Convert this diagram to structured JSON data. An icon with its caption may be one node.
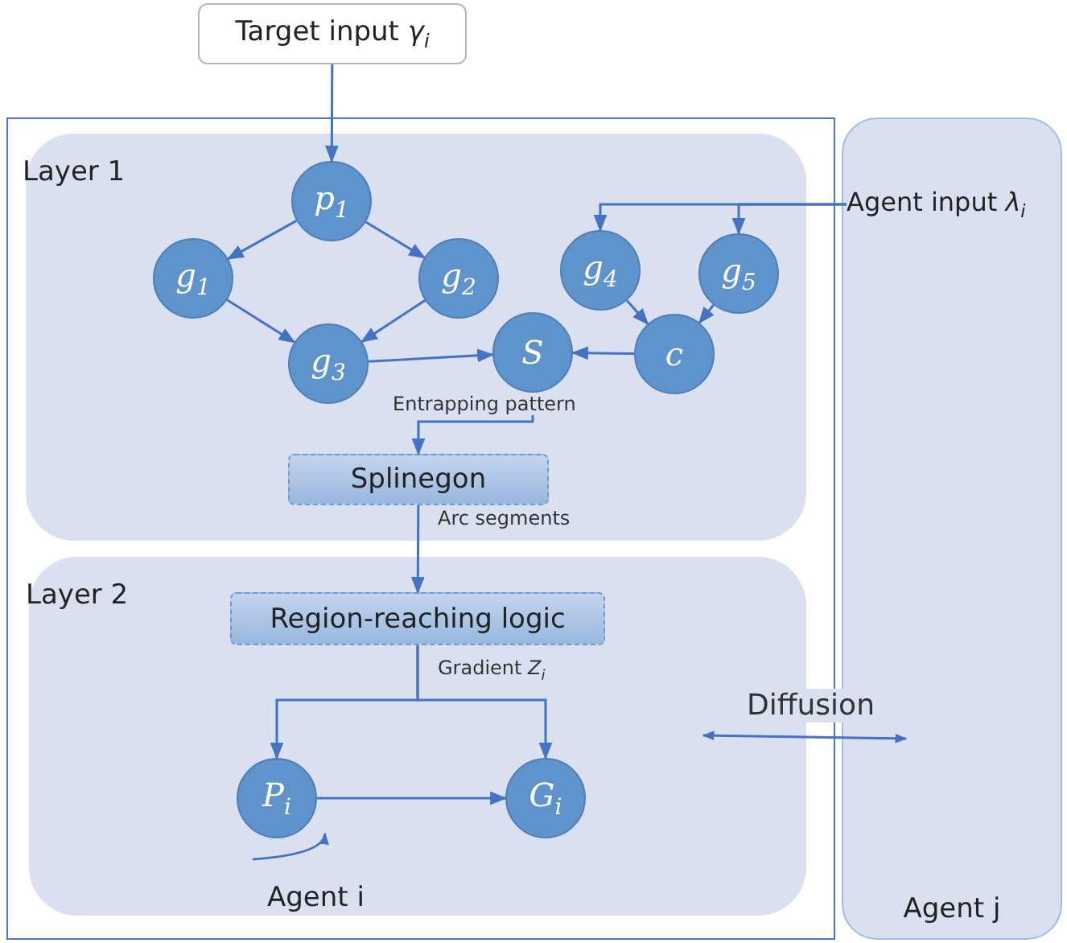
{
  "diagram": {
    "nodes": [
      {
        "text": [
          "Target input *γ*$_{i}$"
        ]
      },
      {
        "text": [],
        "shape": "box"
      },
      {
        "text": [
          "Layer 1"
        ],
        "in": 1
      },
      {
        "text": [
          "p$_{1}$"
        ],
        "in": 2
      },
      {
        "text": [
          "g$_{1}$"
        ],
        "in": 2
      },
      {
        "text": [
          "g$_{2}$"
        ],
        "in": 2
      },
      {
        "text": [
          "g$_{3}$"
        ],
        "in": 2
      },
      {
        "text": [
          "g$_{4}$"
        ],
        "in": 2
      },
      {
        "text": [
          "g$_{5}$"
        ],
        "in": 2
      },
      {
        "text": [
          "S"
        ],
        "in": 2
      },
      {
        "text": [
          "c"
        ],
        "in": 2
      },
      {
        "text": [
          "Splinegon"
        ],
        "in": 2
      },
      {
        "text": [
          "Layer 2",
          "Agent i"
        ],
        "in": 1
      },
      {
        "text": [
          "Region-reaching logic"
        ],
        "in": 12
      },
      {
        "text": [
          "P$_{i}$"
        ],
        "in": 12
      },
      {
        "text": [
          "G$_{i}$"
        ],
        "in": 12
      },
      {
        "text": [
          "Agent j"
        ]
      },
      {
        "text": [
          "Agent input *λ*$_{i}$"
        ],
        "in": 16
      }
    ],
    "edges": [
      {
        "from": 0,
        "to": 3,
        "arrow": "to"
      },
      {
        "from": 3,
        "to": 4,
        "arrow": "to"
      },
      {
        "from": 3,
        "to": 5,
        "arrow": "to"
      },
      {
        "from": 4,
        "to": 6,
        "arrow": "to"
      },
      {
        "from": 5,
        "to": 6,
        "arrow": "to"
      },
      {
        "from": 6,
        "to": 9,
        "arrow": "to"
      },
      {
        "from": 10,
        "to": 9,
        "arrow": "to"
      },
      {
        "from": 7,
        "to": 10,
        "arrow": "to"
      },
      {
        "from": 8,
        "to": 10,
        "arrow": "to"
      },
      {
        "from": 17,
        "to": 7,
        "arrow": "to"
      },
      {
        "from": 17,
        "to": 8,
        "arrow": "to"
      },
      {
        "from": 9,
        "to": 11,
        "arrow": "to",
        "label": "Entrapping pattern"
      },
      {
        "from": 11,
        "to": 13,
        "arrow": "to",
        "label": "Arc segments"
      },
      {
        "from": 13,
        "to": 14,
        "arrow": "to",
        "label": "Gradient *Z*$_{i}$"
      },
      {
        "from": 13,
        "to": 15,
        "arrow": "to"
      },
      {
        "from": 14,
        "to": 15,
        "arrow": "to"
      }
    ],
    "labels": [
      "Diffusion"
    ]
  }
}
